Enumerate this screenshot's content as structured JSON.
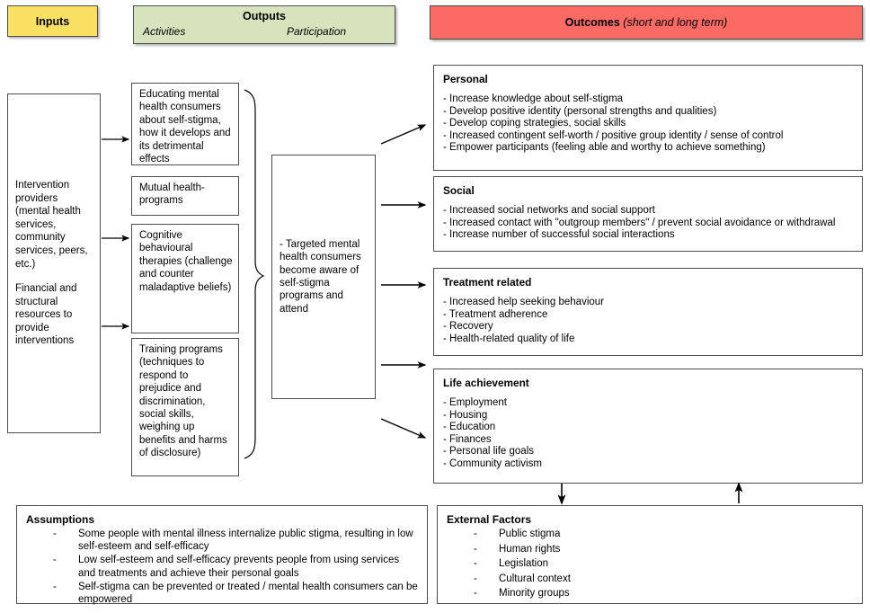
{
  "headers": {
    "inputs": "Inputs",
    "outputs": "Outputs",
    "outputs_activities": "Activities",
    "outputs_participation": "Participation",
    "outcomes_bold": "Outcomes",
    "outcomes_italic": "(short and long term)"
  },
  "colors": {
    "inputs_header_bg": "#f9df62",
    "outputs_header_bg": "#d6e3bc",
    "outcomes_header_bg": "#fb6a63",
    "box_border": "#4d4d4d",
    "box_bg": "#ffffff",
    "text": "#000000"
  },
  "inputs": {
    "paragraphs": [
      "Intervention providers (mental health services, community services, peers, etc.)",
      "Financial and structural resources to provide interventions"
    ]
  },
  "activities": [
    {
      "text": "Educating mental health consumers about self-stigma, how it develops and its detrimental effects"
    },
    {
      "text": "Mutual health-programs"
    },
    {
      "text": "Cognitive behavioural therapies (challenge and counter maladaptive beliefs)"
    },
    {
      "text": "Training programs (techniques to respond to prejudice and discrimination, social skills, weighing up benefits and harms of disclosure)"
    }
  ],
  "participation": {
    "text": "- Targeted mental health consumers become aware of self-stigma programs and attend"
  },
  "outcomes": [
    {
      "title": "Personal",
      "items": [
        "- Increase knowledge about self-stigma",
        "- Develop positive identity (personal strengths and qualities)",
        "- Develop coping strategies, social skills",
        "- Increased contingent self-worth / positive group identity / sense of control",
        "- Empower participants (feeling able and worthy to achieve something)"
      ]
    },
    {
      "title": "Social",
      "items": [
        "- Increased social networks and social support",
        "- Increased contact with \"outgroup members\" / prevent social avoidance or withdrawal",
        "- Increase number of successful social interactions"
      ]
    },
    {
      "title": "Treatment related",
      "items": [
        "- Increased help seeking behaviour",
        "- Treatment adherence",
        "- Recovery",
        "- Health-related quality of life"
      ]
    },
    {
      "title": "Life achievement",
      "items": [
        "- Employment",
        "- Housing",
        "- Education",
        "- Finances",
        "- Personal life goals",
        "- Community activism"
      ]
    }
  ],
  "assumptions": {
    "title": "Assumptions",
    "dash": "-",
    "items": [
      "Some people with mental illness internalize public stigma, resulting in low self-esteem and self-efficacy",
      "Low self-esteem and self-efficacy prevents people from using services and treatments and achieve their personal goals",
      "Self-stigma can be prevented or treated / mental health consumers can be empowered"
    ]
  },
  "external_factors": {
    "title": "External Factors",
    "dash": "-",
    "items": [
      "Public stigma",
      "Human rights",
      "Legislation",
      "Cultural context",
      "Minority groups"
    ]
  },
  "connectors": {
    "input_arrows": 3,
    "outcome_arrows": 5,
    "brace": "activities-to-participation-brace",
    "down_arrow": "life-achievement-to-external-factors",
    "up_arrow": "external-factors-to-life-achievement"
  }
}
